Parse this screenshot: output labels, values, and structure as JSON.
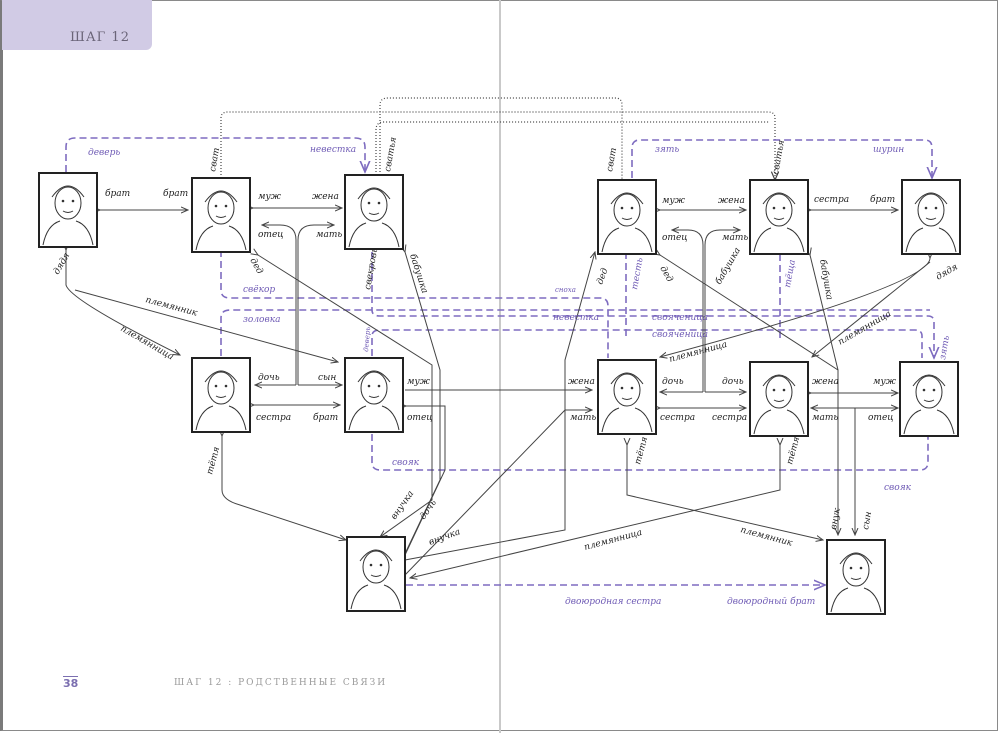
{
  "header": {
    "tab_label": "ШАГ 12"
  },
  "footer": {
    "page_number": "38",
    "running_title": "ШАГ 12 :  РОДСТВЕННЫЕ СВЯЗИ"
  },
  "colors": {
    "accent": "#7e6cc0",
    "tab": "#d1cbe5",
    "ink": "#222222"
  },
  "people": [
    "uncle-grandpa-side",
    "grandfather-paternal",
    "grandmother-paternal",
    "aunt-paternal",
    "father",
    "me-granddaughter",
    "grandfather-maternal",
    "grandmother-maternal",
    "uncle-maternal",
    "mother",
    "aunt-maternal",
    "aunt-husband",
    "cousin"
  ],
  "labels": {
    "black": [
      "брат",
      "брат",
      "муж",
      "жена",
      "отец",
      "мать",
      "дядя",
      "дед",
      "свекровь",
      "бабушка",
      "племянник",
      "племянница",
      "дочь",
      "сын",
      "сестра",
      "брат",
      "муж",
      "отец",
      "тётя",
      "внучка",
      "дочь",
      "внучка",
      "сват",
      "сватья",
      "сват",
      "сватья",
      "муж",
      "жена",
      "сестра",
      "брат",
      "отец",
      "мать",
      "дед",
      "дед",
      "бабушка",
      "бабушка",
      "дядя",
      "племянница",
      "племянница",
      "жена",
      "мать",
      "дочь",
      "дочь",
      "сестра",
      "сестра",
      "жена",
      "муж",
      "мать",
      "отец",
      "тётя",
      "тётя",
      "внук",
      "сын",
      "племянница",
      "племянник"
    ],
    "purple": [
      "деверь",
      "невестка",
      "свёкор",
      "золовка",
      "деверь",
      "свояк",
      "сноха",
      "невестка",
      "свояченица",
      "свояченица",
      "тесть",
      "тёща",
      "зять",
      "шурин",
      "зять",
      "свояк",
      "двоюродная сестра",
      "двоюродный брат"
    ]
  }
}
